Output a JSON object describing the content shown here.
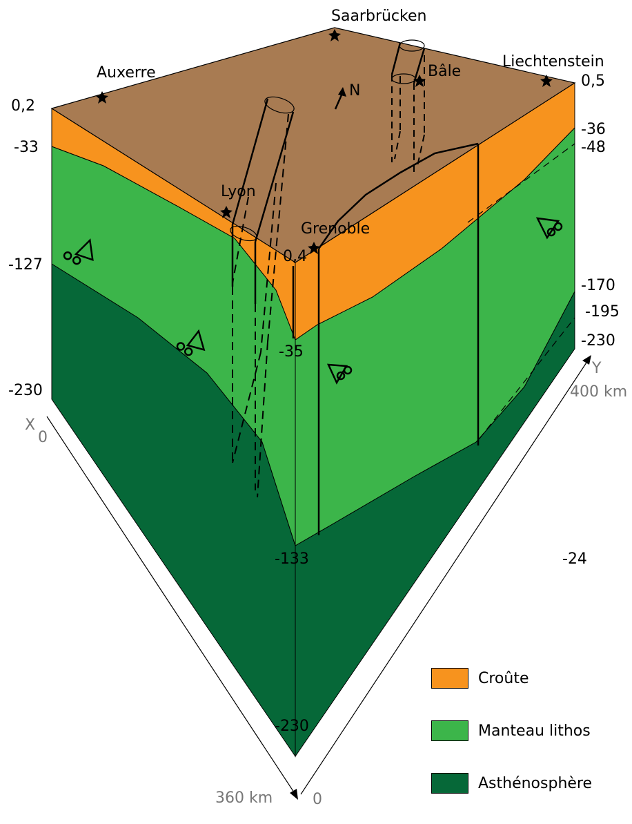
{
  "colors": {
    "surface": "#A87B52",
    "crust": "#F7931E",
    "lithospheric_mantle": "#3CB54A",
    "asthenosphere": "#066838"
  },
  "cities": {
    "saarbrucken": "Saarbrücken",
    "auxerre": "Auxerre",
    "liechtenstein": "Liechtenstein",
    "bale": "Bâle",
    "lyon": "Lyon",
    "grenoble": "Grenoble"
  },
  "north_label": "N",
  "depths": {
    "left_top": "0,2",
    "left_crust_base": "-33",
    "left_litho_base": "-127",
    "left_bottom": "-230",
    "right_top": "0,5",
    "right_crust_base_a": "-36",
    "right_crust_base_b": "-48",
    "right_litho_a": "-170",
    "right_litho_b": "-195",
    "right_bottom": "-230",
    "center_top": "0,4",
    "center_crust_base": "-35",
    "center_litho_base": "-133",
    "center_bottom": "-230",
    "floating": "-24"
  },
  "axes": {
    "x_name": "X",
    "x_start": "0",
    "x_end": "360 km",
    "y_name": "Y",
    "y_start": "0",
    "y_end": "400 km"
  },
  "legend": [
    {
      "label": "Croûte",
      "color": "#F7931E"
    },
    {
      "label": "Manteau lithos",
      "color": "#3CB54A"
    },
    {
      "label": "Asthénosphère",
      "color": "#066838"
    }
  ]
}
